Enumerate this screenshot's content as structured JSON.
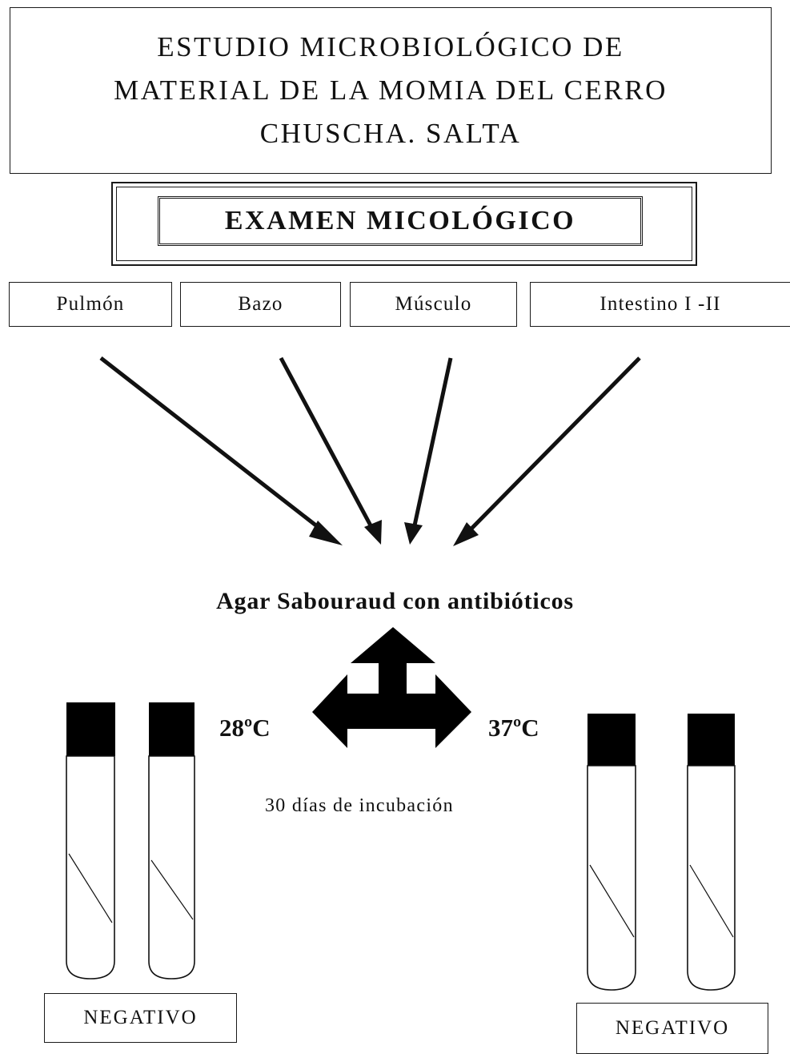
{
  "title": {
    "lines": [
      "ESTUDIO MICROBIOLÓGICO DE",
      "MATERIAL DE LA MOMIA DEL CERRO",
      "CHUSCHA. SALTA"
    ]
  },
  "exam_label": "EXAMEN MICOLÓGICO",
  "samples": [
    "Pulmón",
    "Bazo",
    "Músculo",
    "Intestino I -II"
  ],
  "culture_medium": "Agar Sabouraud con antibióticos",
  "temperatures": {
    "left": "28ºC",
    "right": "37ºC"
  },
  "incubation": "30 días de incubación",
  "results": {
    "left": "NEGATIVO",
    "right": "NEGATIVO"
  },
  "colors": {
    "ink": "#111111",
    "tube_cap": "#000000",
    "background": "#ffffff"
  }
}
